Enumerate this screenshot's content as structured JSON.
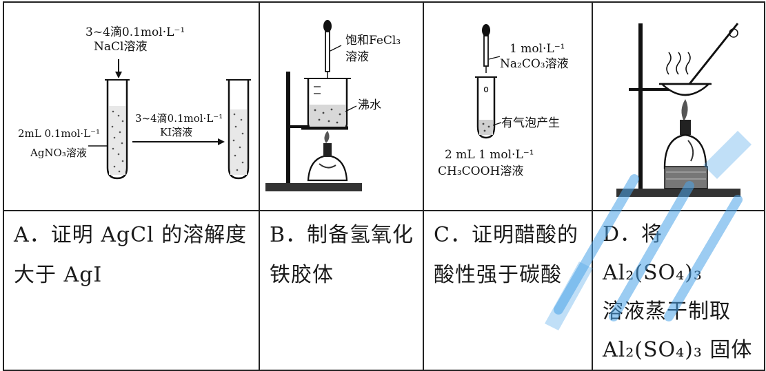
{
  "figures": {
    "a": {
      "drop_top": "3~4滴0.1mol·L⁻¹",
      "drop_top_solution": "NaCl溶液",
      "tube_left_conc": "2mL 0.1mol·L⁻¹",
      "tube_left_solution": "AgNO₃溶液",
      "arrow_conc": "3~4滴0.1mol·L⁻¹",
      "arrow_solution": "KI溶液"
    },
    "b": {
      "dropper_label_line1": "饱和FeCl₃",
      "dropper_label_line2": "溶液",
      "beaker_label": "沸水"
    },
    "c": {
      "dropper_conc": "1 mol·L⁻¹",
      "dropper_solution": "Na₂CO₃溶液",
      "bubble_label": "有气泡产生",
      "tube_conc": "2 mL 1 mol·L⁻¹",
      "tube_solution": "CH₃COOH溶液"
    }
  },
  "options": [
    {
      "id": "A",
      "lines": [
        "A．证明 AgCl 的溶解度",
        "大于 AgI"
      ]
    },
    {
      "id": "B",
      "lines": [
        "B．制备氢氧化",
        "铁胶体"
      ]
    },
    {
      "id": "C",
      "lines": [
        "C．证明醋酸的",
        "酸性强于碳酸"
      ]
    },
    {
      "id": "D",
      "lines": [
        "D．将 Al₂(SO₄)₃",
        "溶液蒸干制取",
        "Al₂(SO₄)₃ 固体"
      ]
    }
  ],
  "colors": {
    "border": "#222222",
    "ink": "#111111",
    "liquid_dots": "#555555",
    "watermark": "#4aa3e8"
  }
}
